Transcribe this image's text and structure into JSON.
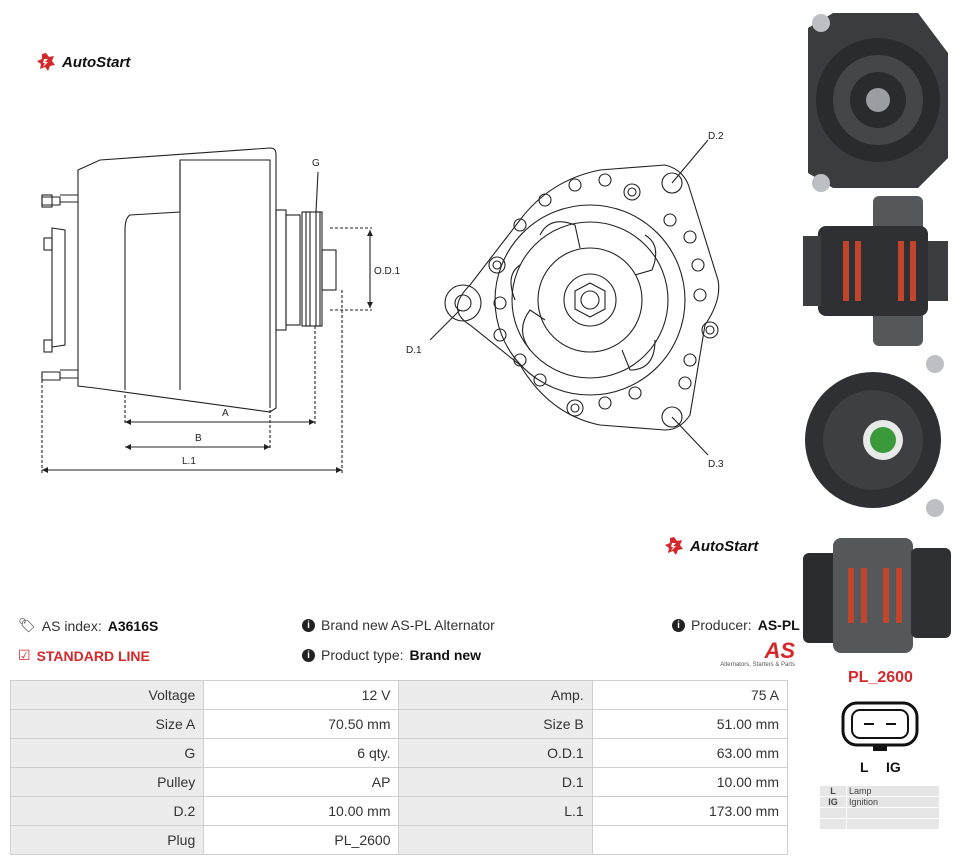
{
  "brand": {
    "name": "AutoStart"
  },
  "dims": {
    "G": "G",
    "OD1": "O.D.1",
    "A": "A",
    "B": "B",
    "L1": "L.1",
    "D1": "D.1",
    "D2": "D.2",
    "D3": "D.3"
  },
  "info": {
    "as_index_label": "AS index:",
    "as_index_value": "A3616S",
    "standard_line": "STANDARD LINE",
    "brand_new": "Brand new AS-PL Alternator",
    "product_type_label": "Product type:",
    "product_type_value": "Brand new",
    "producer_label": "Producer:",
    "producer_value": "AS-PL",
    "aspl_tagline": "Alternators, Starters & Parts",
    "aspl_logo": "AS"
  },
  "specs": [
    [
      "Voltage",
      "12 V",
      "Amp.",
      "75 A"
    ],
    [
      "Size A",
      "70.50 mm",
      "Size B",
      "51.00 mm"
    ],
    [
      "G",
      "6 qty.",
      "O.D.1",
      "63.00 mm"
    ],
    [
      "Pulley",
      "AP",
      "D.1",
      "10.00 mm"
    ],
    [
      "D.2",
      "10.00 mm",
      "L.1",
      "173.00 mm"
    ],
    [
      "Plug",
      "PL_2600",
      "",
      ""
    ]
  ],
  "plug": {
    "name": "PL_2600",
    "pins": [
      "L",
      "IG"
    ],
    "legend": [
      [
        "L",
        "Lamp"
      ],
      [
        "IG",
        "Ignition"
      ],
      [
        "",
        ""
      ],
      [
        "",
        ""
      ]
    ]
  },
  "colors": {
    "accent": "#d4282b"
  }
}
